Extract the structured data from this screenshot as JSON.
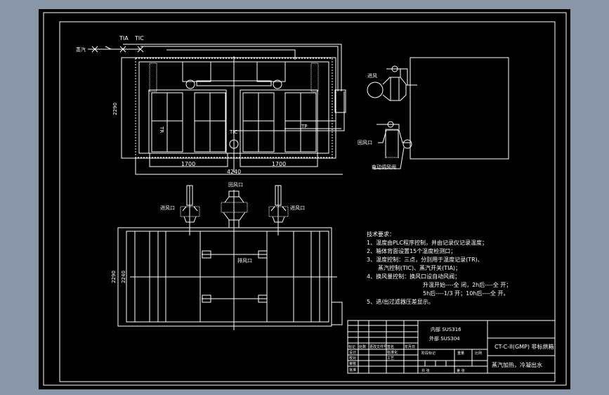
{
  "colors": {
    "background": "#8a97a8",
    "canvas": "#000000",
    "lines": "#ffffff"
  },
  "plan_view": {
    "steam_label": "蒸汽",
    "tia": "TIA",
    "tic": "TIC",
    "tic_inner": "TIC",
    "tp": "TP",
    "tr": "TR",
    "dim_height": "2290",
    "dim_left": "1700",
    "dim_right": "1700",
    "dim_total": "4240"
  },
  "side_view": {
    "inlet_left": "进风口",
    "inlet_right": "进风口",
    "return_air": "回风口",
    "exhaust": "排风口",
    "dim_outer": "2290",
    "dim_inner": "2240"
  },
  "end_view": {
    "fan_label": "进风",
    "return_air": "回风口",
    "damper": "电动调风阀"
  },
  "tech_requirements": {
    "title": "技术要求：",
    "lines": [
      "1、温度由PLC程序控制，并由记录仪记录温度；",
      "2、箱体背面设置15个温度检测口；",
      "3、温度控制：三点，分别用于温度记录(TR)、",
      "蒸汽控制(TIC)、蒸汽开关(TIA)；",
      "4、换风量控制：换风口设自动风阀；",
      "升温开始----全   闭，2h后----全   开；",
      "5h后----1/3   开；10h后----全   开。",
      "5、进/出过滤器压差显示。"
    ]
  },
  "title_block": {
    "material_inner": "内部 SUS316",
    "material_outer": "外部 SUS304",
    "drawing_name": "CT-C-II(GMP) 非标烘箱",
    "subtitle": "蒸汽加热，冷凝出水",
    "labels": {
      "mark": "标记",
      "count": "处数",
      "change_doc": "更改文件号",
      "signature": "签名",
      "date": "年月日",
      "design": "设计",
      "standard": "标准化",
      "check": "校对",
      "process": "工艺",
      "review": "审核",
      "approve": "批准",
      "stage": "阶段标记",
      "weight": "重量",
      "scale": "比例",
      "total_sheets": "共  张",
      "sheet_no": "第  张"
    }
  }
}
